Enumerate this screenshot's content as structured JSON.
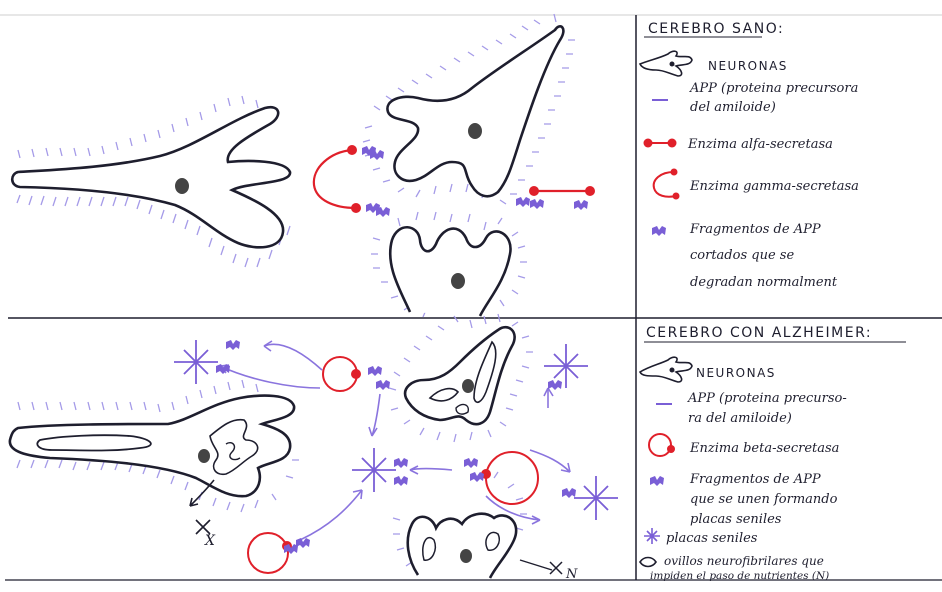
{
  "panel_top": {
    "title": "CEREBRO SANO:",
    "legend": [
      {
        "icon": "neuron-icon",
        "text": "NEURONAS"
      },
      {
        "icon": "app-dash-icon",
        "text": "APP (proteina precursora",
        "text2": "del amiloide)"
      },
      {
        "icon": "alpha-secretase-icon",
        "text": "Enzima alfa-secretasa"
      },
      {
        "icon": "gamma-secretase-icon",
        "text": "Enzima gamma-secretasa"
      },
      {
        "icon": "app-fragment-icon",
        "text": "Fragmentos de APP",
        "text2": "cortados que se",
        "text3": "degradan normalment"
      }
    ]
  },
  "panel_bottom": {
    "title": "CEREBRO CON ALZHEIMER:",
    "legend": [
      {
        "icon": "neuron-icon",
        "text": "NEURONAS"
      },
      {
        "icon": "app-dash-icon",
        "text": "APP (proteina precurso-",
        "text2": "ra del amiloide)"
      },
      {
        "icon": "beta-secretase-icon",
        "text": "Enzima beta-secretasa"
      },
      {
        "icon": "app-fragment-icon",
        "text": "Fragmentos de APP",
        "text2": "que se unen formando",
        "text3": "placas seniles"
      },
      {
        "icon": "senile-plaque-icon",
        "text": "placas seniles"
      },
      {
        "icon": "tangle-icon",
        "text": "ovillos neurofibrilares que",
        "text2": "impiden el paso de nutrientes (N)"
      }
    ],
    "labels": {
      "x": "X",
      "n": "N"
    }
  },
  "colors": {
    "ink": "#1e1e2e",
    "red": "#e0202a",
    "purple": "#7a5fd6",
    "hatch": "#a59be8",
    "nucleus": "#444444"
  }
}
